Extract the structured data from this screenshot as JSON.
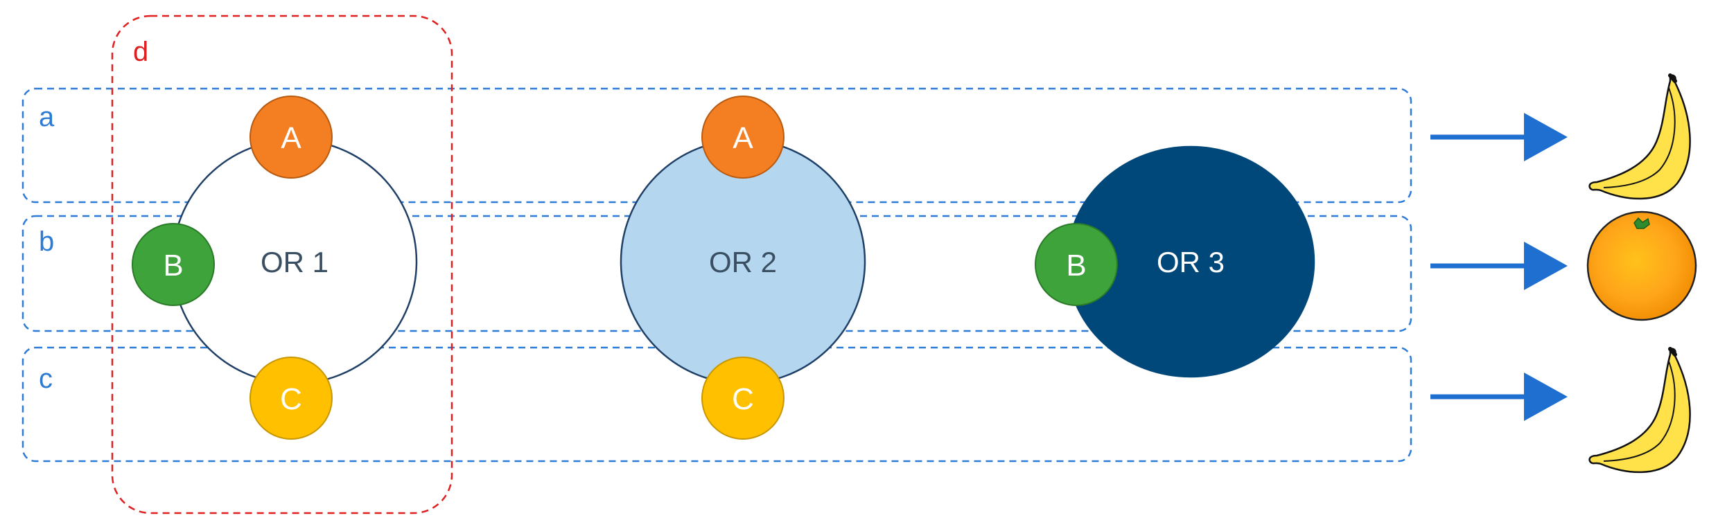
{
  "rows": [
    {
      "key": "a",
      "label": "a"
    },
    {
      "key": "b",
      "label": "b"
    },
    {
      "key": "c",
      "label": "c"
    }
  ],
  "column_group": {
    "label": "d"
  },
  "receptors": [
    {
      "id": "or1",
      "label": "OR 1",
      "fill": "#ffffff",
      "text_color": "#3B4F63",
      "binds": [
        "A",
        "B",
        "C"
      ]
    },
    {
      "id": "or2",
      "label": "OR 2",
      "fill": "#B4D7EF",
      "text_color": "#3B4F63",
      "binds": [
        "A",
        "C"
      ]
    },
    {
      "id": "or3",
      "label": "OR 3",
      "fill": "#00477A",
      "text_color": "#ffffff",
      "binds": [
        "B"
      ]
    }
  ],
  "odorants": {
    "A": {
      "label": "A",
      "color": "#F47E22"
    },
    "B": {
      "label": "B",
      "color": "#3EA33A"
    },
    "C": {
      "label": "C",
      "color": "#FFC000"
    }
  },
  "outputs": [
    {
      "row": "a",
      "percept": "banana-icon"
    },
    {
      "row": "b",
      "percept": "orange-icon"
    },
    {
      "row": "c",
      "percept": "banana-icon"
    }
  ],
  "colors": {
    "row_box": "#2E7BD6",
    "group_box": "#E02020",
    "arrow": "#1F6FD0",
    "receptor_outline": "#1F3F66"
  }
}
